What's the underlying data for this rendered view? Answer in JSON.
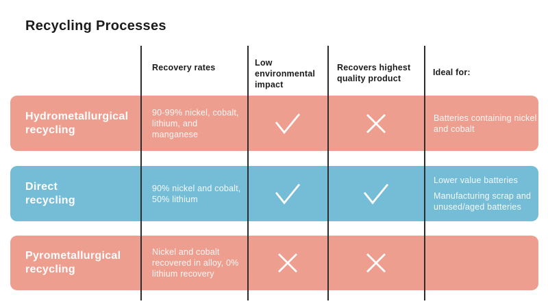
{
  "title": "Recycling Processes",
  "colors": {
    "row_pink": "#EE9E8F",
    "row_blue": "#75BCD6",
    "divider_line": "#2B2B2B",
    "heading_text": "#1B1B1B",
    "row_text": "#FFFFFF"
  },
  "columns": {
    "recovery": "Recovery rates",
    "impact": "Low environmental impact",
    "quality": "Recovers highest quality product",
    "ideal": "Ideal for:"
  },
  "rows": [
    {
      "label_line1": "Hydrometallurgical",
      "label_line2": "recycling",
      "recovery": "90-99% nickel, cobalt, lithium, and manganese",
      "impact": "check",
      "quality": "x",
      "ideal1": "Batteries containing nickel and cobalt",
      "ideal2": "",
      "color": "#EE9E8F"
    },
    {
      "label_line1": "Direct",
      "label_line2": "recycling",
      "recovery": "90% nickel and cobalt, 50% lithium",
      "impact": "check",
      "quality": "check",
      "ideal1": "Lower value batteries",
      "ideal2": "Manufacturing scrap and unused/aged batteries",
      "color": "#75BCD6"
    },
    {
      "label_line1": "Pyrometallurgical",
      "label_line2": "recycling",
      "recovery": "Nickel and cobalt recovered in alloy, 0% lithium recovery",
      "impact": "x",
      "quality": "x",
      "ideal1": "",
      "ideal2": "",
      "color": "#EE9E8F"
    }
  ]
}
